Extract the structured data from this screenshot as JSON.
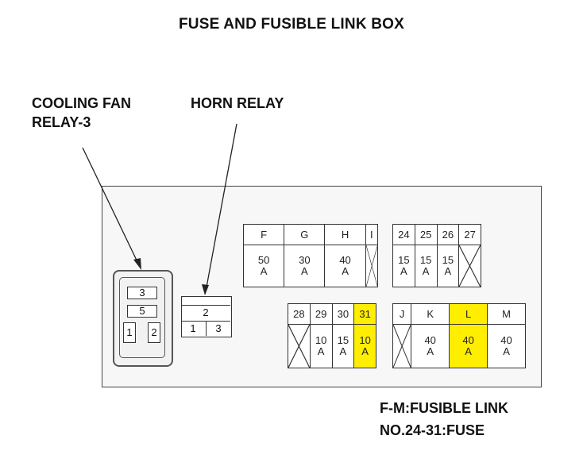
{
  "title": "FUSE AND FUSIBLE LINK BOX",
  "callouts": {
    "cooling_fan_line1": "COOLING FAN",
    "cooling_fan_line2": "RELAY-3",
    "horn_relay": "HORN RELAY"
  },
  "cooling_fan_relay": {
    "pins": [
      "3",
      "5",
      "1",
      "2"
    ]
  },
  "horn_relay": {
    "pins": [
      "2",
      "1",
      "3"
    ]
  },
  "fusible_links_top": {
    "labels": [
      "F",
      "G",
      "H",
      "I"
    ],
    "ratings": [
      [
        "50",
        "A"
      ],
      [
        "30",
        "A"
      ],
      [
        "40",
        "A"
      ],
      [
        "",
        ""
      ]
    ]
  },
  "fuses_top": {
    "labels": [
      "24",
      "25",
      "26",
      "27"
    ],
    "ratings": [
      [
        "15",
        "A"
      ],
      [
        "15",
        "A"
      ],
      [
        "15",
        "A"
      ],
      [
        "",
        ""
      ]
    ]
  },
  "fuses_bottom": {
    "labels": [
      "28",
      "29",
      "30",
      "31"
    ],
    "ratings": [
      [
        "",
        ""
      ],
      [
        "10",
        "A"
      ],
      [
        "15",
        "A"
      ],
      [
        "10",
        "A"
      ]
    ]
  },
  "fusible_links_bottom": {
    "labels": [
      "J",
      "K",
      "L",
      "M"
    ],
    "ratings": [
      [
        "",
        ""
      ],
      [
        "40",
        "A"
      ],
      [
        "40",
        "A"
      ],
      [
        "40",
        "A"
      ]
    ]
  },
  "highlight_color": "#ffee00",
  "legend": {
    "line1": "F-M:FUSIBLE LINK",
    "line2": "NO.24-31:FUSE"
  }
}
